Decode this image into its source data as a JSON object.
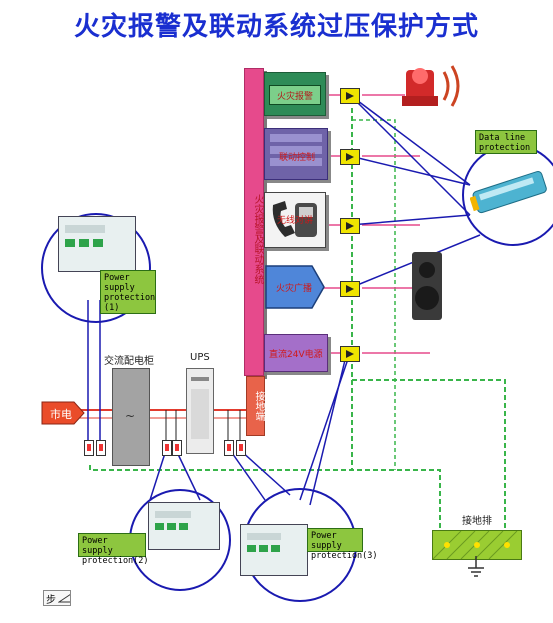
{
  "title": "火灾报警及联动系统过压保护方式",
  "main_bar_label": "火灾报警及联动系统",
  "sub_bar_label": "接地端",
  "system_cards": [
    {
      "label": "火灾报警"
    },
    {
      "label": "联动控制"
    },
    {
      "label": "无线对讲"
    },
    {
      "label": "火灾广播"
    },
    {
      "label": "直流24V电源"
    }
  ],
  "data_line_label": "Data line protection",
  "power_labels": {
    "p1": "Power supply protection (1)",
    "p2": "Power supply protection(2)",
    "p3": "Power supply protection(3)"
  },
  "mains_label": "市电",
  "ac_cabinet_label": "交流配电柜",
  "ups_label": "UPS",
  "ground_label": "接地排",
  "step_label": "步"
}
